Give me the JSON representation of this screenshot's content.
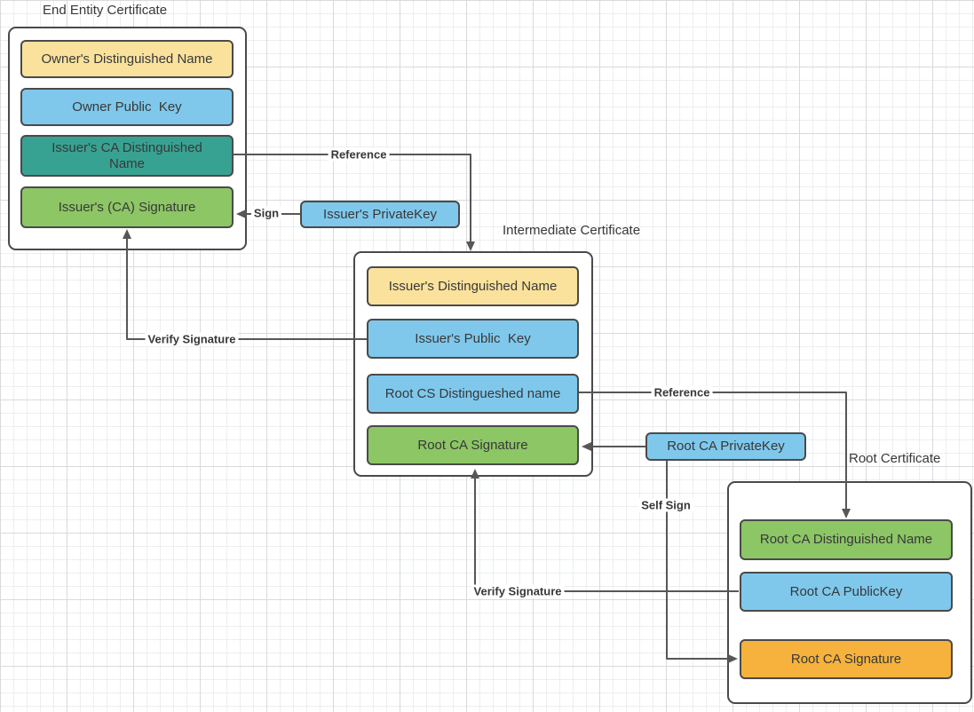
{
  "palette": {
    "yellow": "#fae29d",
    "blue": "#7fc8ec",
    "teal": "#38a292",
    "green": "#8cc665",
    "orange": "#f6b23c",
    "box_border": "#4a4a4a",
    "line": "#575757",
    "text": "#383838"
  },
  "groups": {
    "end_entity": {
      "title": "End Entity Certificate",
      "fields": [
        {
          "label": "Owner's Distinguished Name",
          "color": "#fae29d"
        },
        {
          "label": "Owner Public  Key",
          "color": "#7fc8ec"
        },
        {
          "label": "Issuer's CA Distinguished\nName",
          "color": "#38a292"
        },
        {
          "label": "Issuer's (CA) Signature",
          "color": "#8cc665"
        }
      ]
    },
    "intermediate": {
      "title": "Intermediate Certificate",
      "fields": [
        {
          "label": "Issuer's Distinguished Name",
          "color": "#fae29d"
        },
        {
          "label": "Issuer's Public  Key",
          "color": "#7fc8ec"
        },
        {
          "label": "Root CS Distingueshed name",
          "color": "#7fc8ec"
        },
        {
          "label": "Root CA Signature",
          "color": "#8cc665"
        }
      ]
    },
    "root": {
      "title": "Root Certificate",
      "fields": [
        {
          "label": "Root CA Distinguished Name",
          "color": "#8cc665"
        },
        {
          "label": "Root CA PublicKey",
          "color": "#7fc8ec"
        },
        {
          "label": "Root CA Signature",
          "color": "#f6b23c"
        }
      ]
    }
  },
  "keys": {
    "issuers_private_key": {
      "label": "Issuer's PrivateKey",
      "color": "#7fc8ec"
    },
    "root_ca_private_key": {
      "label": "Root CA PrivateKey",
      "color": "#7fc8ec"
    }
  },
  "connectors": {
    "reference1": {
      "label": "Reference"
    },
    "sign": {
      "label": "Sign"
    },
    "verify_signature1": {
      "label": "Verify Signature"
    },
    "reference2": {
      "label": "Reference"
    },
    "self_sign": {
      "label": "Self Sign"
    },
    "verify_signature2": {
      "label": "Verify Signature"
    }
  }
}
